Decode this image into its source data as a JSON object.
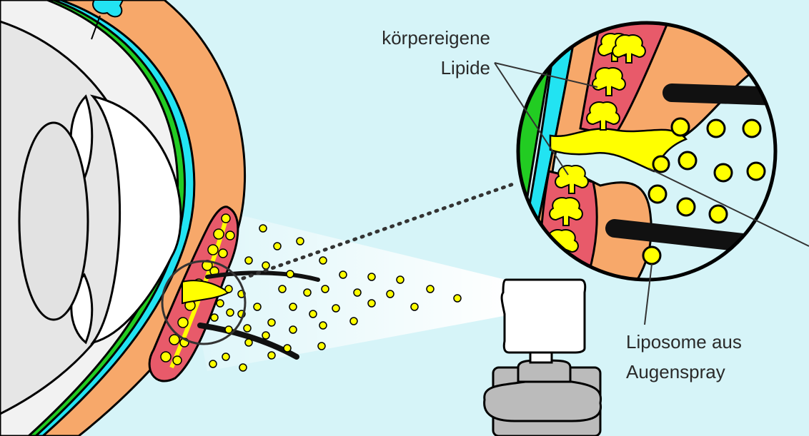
{
  "labels": {
    "lipids_line1": "körpereigene",
    "lipids_line2": "Lipide",
    "liposomes_line1": "Liposome aus",
    "liposomes_line2": "Augenspray"
  },
  "colors": {
    "background": "#d6f4f8",
    "eyelid_skin": "#f7a86a",
    "meibomian_gland": "#e85a6a",
    "lipid": "#ffff00",
    "conjunctiva_blue": "#22e3f2",
    "tear_film_green": "#22cc22",
    "eye_white": "#f2f2f2",
    "lens_grey": "#e2e2e2",
    "spray_bottle": "#bbbbbb",
    "eyelash": "#111111"
  }
}
